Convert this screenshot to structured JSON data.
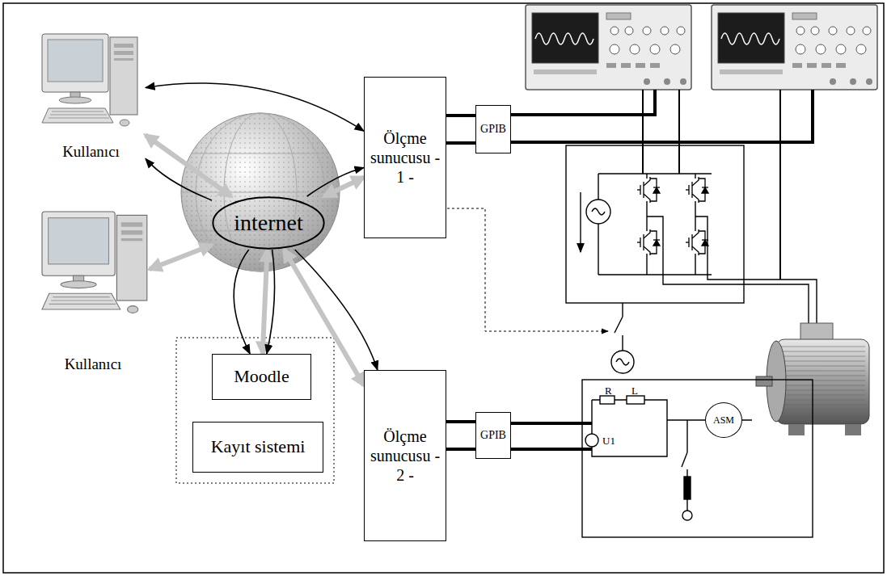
{
  "diagram": {
    "nodes": [
      {
        "text": [
          "Kullanıcı"
        ]
      },
      {
        "text": [
          "internet"
        ]
      },
      {
        "text": [
          "Ölçme sunucusu - 1 -"
        ]
      },
      {
        "text": [
          "GPIB"
        ]
      },
      {
        "text": [
          "Kullanıcı"
        ]
      },
      {
        "text": [
          "Moodle"
        ]
      },
      {
        "text": [
          "Kayıt sistemi"
        ]
      },
      {
        "text": [
          "Ölçme sunucusu - 2 -"
        ]
      },
      {
        "text": [
          "GPIB"
        ]
      },
      {
        "text": [
          "ASM"
        ]
      }
    ],
    "edges": [
      {
        "from": 0,
        "to": 2,
        "arrow": "both"
      },
      {
        "from": 0,
        "to": 1,
        "arrow": "both"
      },
      {
        "from": 4,
        "to": 1,
        "arrow": "both"
      },
      {
        "from": 1,
        "to": 2,
        "arrow": "both"
      },
      {
        "from": 1,
        "to": 7,
        "arrow": "both"
      },
      {
        "from": 1,
        "to": 5,
        "arrow": "both"
      },
      {
        "from": 1,
        "to": 0,
        "arrow": "to"
      },
      {
        "from": 1,
        "to": 2,
        "arrow": "to"
      },
      {
        "from": 1,
        "to": 5,
        "arrow": "to"
      },
      {
        "from": 1,
        "to": 5,
        "arrow": "to"
      },
      {
        "from": 1,
        "to": 7,
        "arrow": "to"
      },
      {
        "from": 2,
        "to": 3,
        "arrow": "none"
      },
      {
        "from": 7,
        "to": 8,
        "arrow": "none"
      }
    ],
    "labels": [
      "R",
      "L",
      "U1"
    ]
  }
}
